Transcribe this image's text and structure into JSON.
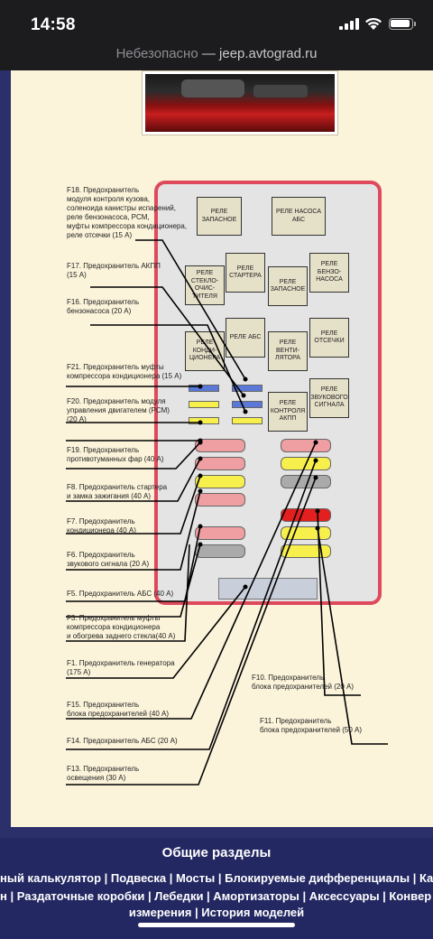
{
  "status": {
    "time": "14:58"
  },
  "url": {
    "warning": "Небезопасно",
    "separator": " — ",
    "domain": "jeep.avtograd.ru"
  },
  "relays": [
    {
      "id": "r1",
      "label": "РЕЛЕ ЗАПАСНОЕ"
    },
    {
      "id": "r2",
      "label": "РЕЛЕ НАСОСА АБС"
    },
    {
      "id": "r3",
      "label": "РЕЛЕ СТЕКЛО-ОЧИС-ТИТЕЛЯ"
    },
    {
      "id": "r4",
      "label": "РЕЛЕ СТАРТЕРА"
    },
    {
      "id": "r5",
      "label": "РЕЛЕ ЗАПАСНОЕ"
    },
    {
      "id": "r6",
      "label": "РЕЛЕ БЕНЗО-НАСОСА"
    },
    {
      "id": "r7",
      "label": "РЕЛЕ КОНДИ-ЦИОНЕРА"
    },
    {
      "id": "r8",
      "label": "РЕЛЕ АБС"
    },
    {
      "id": "r9",
      "label": "РЕЛЕ ВЕНТИ-ЛЯТОРА"
    },
    {
      "id": "r10",
      "label": "РЕЛЕ ОТСЕЧКИ"
    },
    {
      "id": "r11",
      "label": "РЕЛЕ КОНТРОЛЯ АКПП"
    },
    {
      "id": "r12",
      "label": "РЕЛЕ ЗВУКОВОГО СИГНАЛА"
    }
  ],
  "labels": {
    "f18": "F18. Предохранитель\nмодуля контроля кузова,\nсоленоида канистры испарений,\nреле бензонасоса, PCM,\nмуфты компрессора кондиционера,\nреле отсечки (15 А)",
    "f17": "F17. Предохранитель АКПП\n(15 А)",
    "f16": "F16. Предохранитель\nбензонасоса (20 А)",
    "f21": "F21. Предохранитель муфты\nкомпрессора кондиционера (15 А)",
    "f20": "F20. Предохранитель модуля\nуправления двигателем (PCM)\n(20 А)",
    "f19": "F19. Предохранитель\nпротивотуманных фар (40 А)",
    "f8": "F8. Предохранитель стартера\nи замка зажигания (40 А)",
    "f7": "F7. Предохранитель\nкондиционера (40 А)",
    "f6": "F6. Предохранитель\nзвукового сигнала (20 А)",
    "f5": "F5. Предохранитель АБС (40 А)",
    "f3": "F3. Предохранитель муфты\nкомпрессора кондиционера\nи обогрева заднего стекла(40 А)",
    "f1": "F1. Предохранитель генератора\n(175 А)",
    "f15": "F15. Предохранитель\nблока предохранителей (40 А)",
    "f14": "F14. Предохранитель АБС (20 А)",
    "f13": "F13. Предохранитель\nосвещения (30 А)",
    "f10": "F10. Предохранитель\nблока предохранителей (20 А)",
    "f11": "F11. Предохранитель\nблока предохранителей (50 А)"
  },
  "footer": {
    "title": "Общие разделы",
    "row1": "ный калькулятор | Подвеска | Мосты | Блокируемые дифференциалы | Ка",
    "row2": "н | Раздаточные коробки | Лебедки | Амортизаторы | Аксессуары | Конвер",
    "row3": "измерения | История моделей"
  }
}
